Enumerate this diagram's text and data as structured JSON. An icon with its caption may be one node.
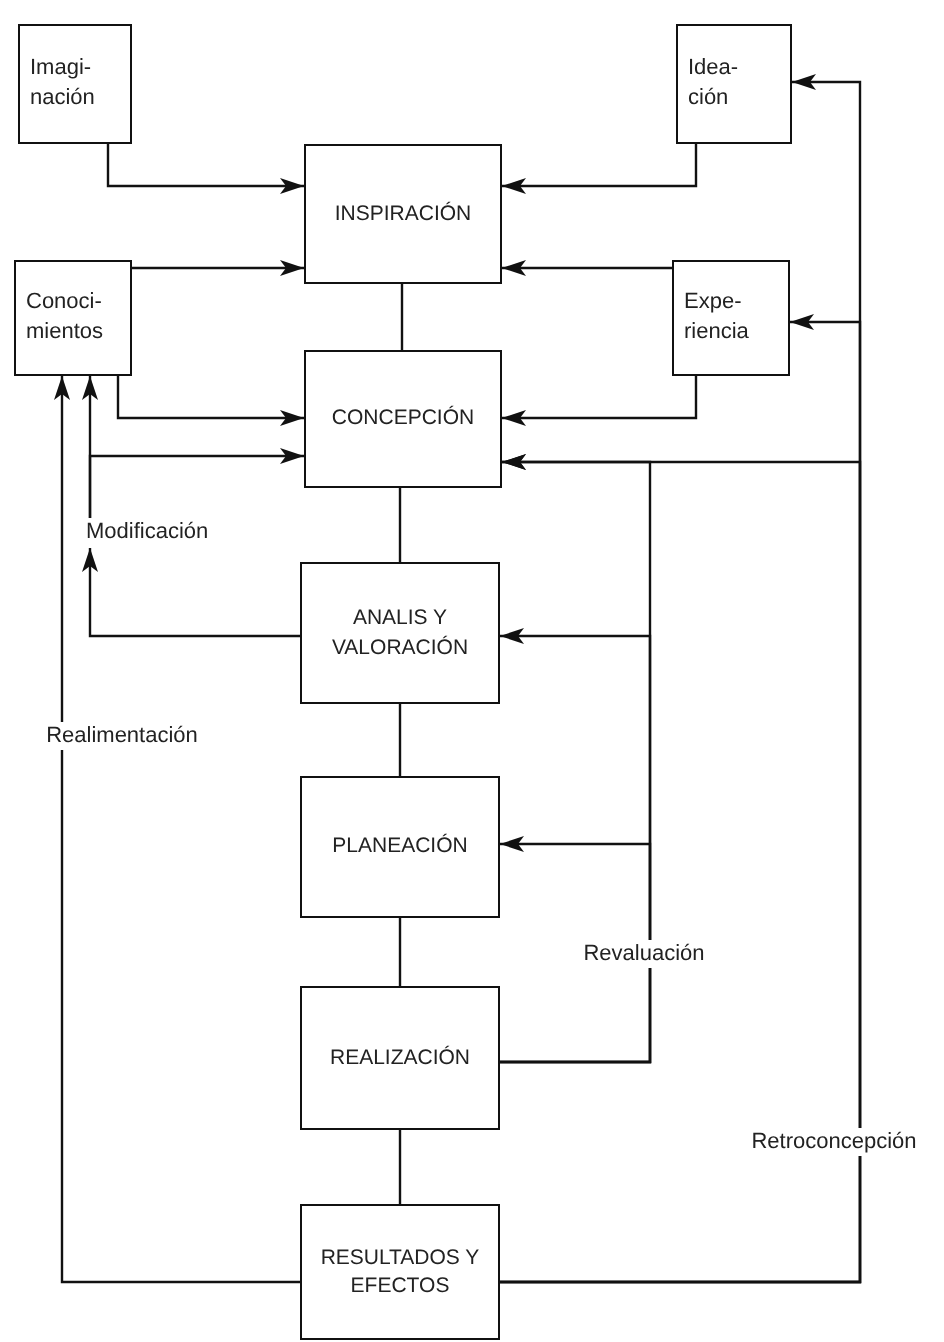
{
  "diagram": {
    "nodes": [
      {
        "text": [
          "Imagi- nación"
        ]
      },
      {
        "text": [
          "Idea- ción"
        ]
      },
      {
        "text": [
          "INSPIRACIÓN"
        ]
      },
      {
        "text": [
          "Conoci- mientos"
        ]
      },
      {
        "text": [
          "Expe- riencia"
        ]
      },
      {
        "text": [
          "CONCEPCIÓN"
        ]
      },
      {
        "text": [
          "ANALIS Y VALORACIÓN"
        ]
      },
      {
        "text": [
          "PLANEACIÓN"
        ]
      },
      {
        "text": [
          "REALIZACIÓN"
        ]
      },
      {
        "text": [
          "RESULTADOS Y EFECTOS"
        ]
      },
      {
        "text": [
          "Modificación"
        ]
      }
    ],
    "edges": [
      {
        "from": 0,
        "to": 2,
        "arrow": "to"
      },
      {
        "from": 1,
        "to": 2,
        "arrow": "to"
      },
      {
        "from": 3,
        "to": 2,
        "arrow": "to"
      },
      {
        "from": 4,
        "to": 2,
        "arrow": "to"
      },
      {
        "from": 3,
        "to": 5,
        "arrow": "to"
      },
      {
        "from": 4,
        "to": 5,
        "arrow": "to"
      },
      {
        "from": 2,
        "to": 5,
        "arrow": "none"
      },
      {
        "from": 5,
        "to": 6,
        "arrow": "none"
      },
      {
        "from": 6,
        "to": 7,
        "arrow": "none"
      },
      {
        "from": 7,
        "to": 8,
        "arrow": "none"
      },
      {
        "from": 8,
        "to": 9,
        "arrow": "none"
      },
      {
        "from": 6,
        "to": 10,
        "arrow": "to"
      },
      {
        "from": 10,
        "to": 3,
        "arrow": "to"
      },
      {
        "from": 10,
        "to": 5,
        "arrow": "to"
      },
      {
        "from": 9,
        "to": 3,
        "arrow": "to",
        "label": "Realimentación"
      },
      {
        "from": 8,
        "to": 7,
        "arrow": "to",
        "label": "Revaluación"
      },
      {
        "from": 8,
        "to": 6,
        "arrow": "to"
      },
      {
        "from": 8,
        "to": 5,
        "arrow": "to"
      },
      {
        "from": 9,
        "to": 1,
        "arrow": "to",
        "label": "Retroconcepción"
      },
      {
        "from": 9,
        "to": 4,
        "arrow": "to"
      },
      {
        "from": 9,
        "to": 5,
        "arrow": "to"
      }
    ]
  }
}
